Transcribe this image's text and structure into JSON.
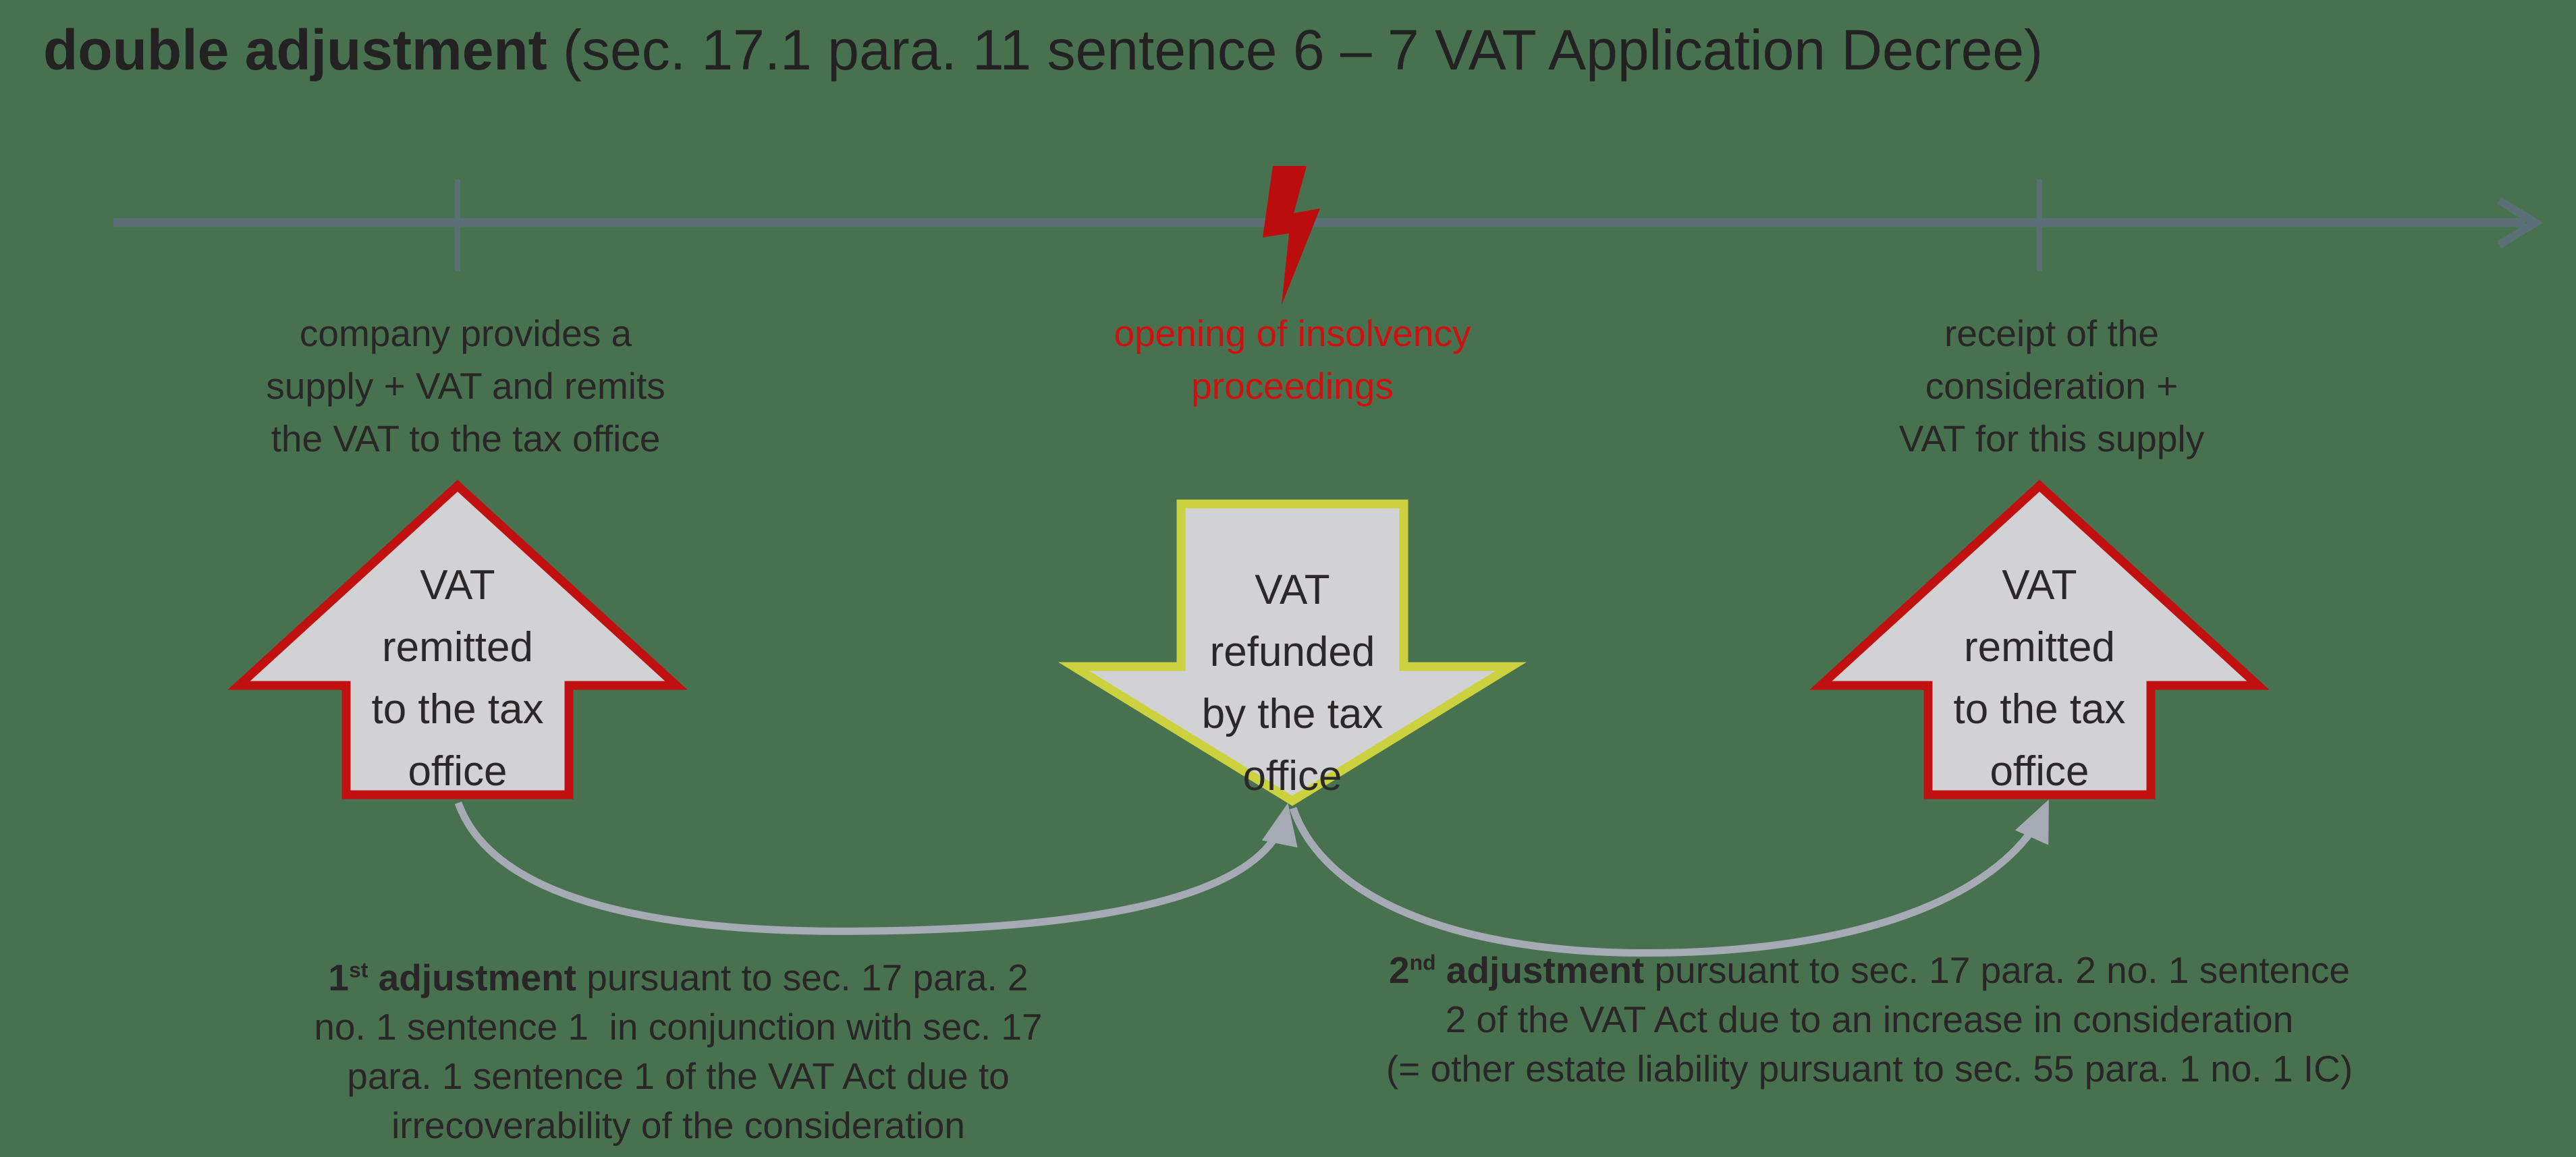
{
  "title": {
    "bold": "double adjustment",
    "rest": " (sec. 17.1 para. 11 sentence 6 – 7 VAT Application Decree)"
  },
  "events": [
    {
      "id": "supply",
      "text": "company provides a\nsupply + VAT and remits\nthe VAT to the tax office"
    },
    {
      "id": "insolvency",
      "text": "opening of insolvency\nproceedings"
    },
    {
      "id": "receipt",
      "text": "receipt of the\nconsideration +\nVAT for this supply"
    }
  ],
  "block_arrows": [
    {
      "direction": "up",
      "label": "VAT\nremitted\nto the tax\noffice",
      "border_color": "#c11010"
    },
    {
      "direction": "down",
      "label": "VAT\nrefunded\nby the tax\noffice",
      "border_color": "#cbd13f"
    },
    {
      "direction": "up",
      "label": "VAT\nremitted\nto the tax\noffice",
      "border_color": "#c11010"
    }
  ],
  "adjustments": [
    {
      "num": "1",
      "ord": "st",
      "lead": " adjustment",
      "rest": " pursuant to sec. 17 para. 2\nno. 1 sentence 1  in conjunction with sec. 17\npara. 1 sentence 1 of the VAT Act due to\nirrecoverability of the consideration"
    },
    {
      "num": "2",
      "ord": "nd",
      "lead": " adjustment",
      "rest": " pursuant to sec. 17 para. 2 no. 1 sentence\n2 of the VAT Act due to an increase in consideration\n(= other estate liability pursuant to sec. 55 para. 1 no. 1 IC)"
    }
  ],
  "colors": {
    "background": "#48714f",
    "text_dark": "#2a2627",
    "title_dark": "#242122",
    "red_text": "#d01010",
    "lightning_red": "#bb0d0d",
    "arrow_border_red": "#c11010",
    "arrow_border_yellow": "#cbd13f",
    "arrow_fill": "#d2d2d4",
    "timeline_slate": "#5b6f77",
    "curve_gray": "#a5aab4"
  }
}
